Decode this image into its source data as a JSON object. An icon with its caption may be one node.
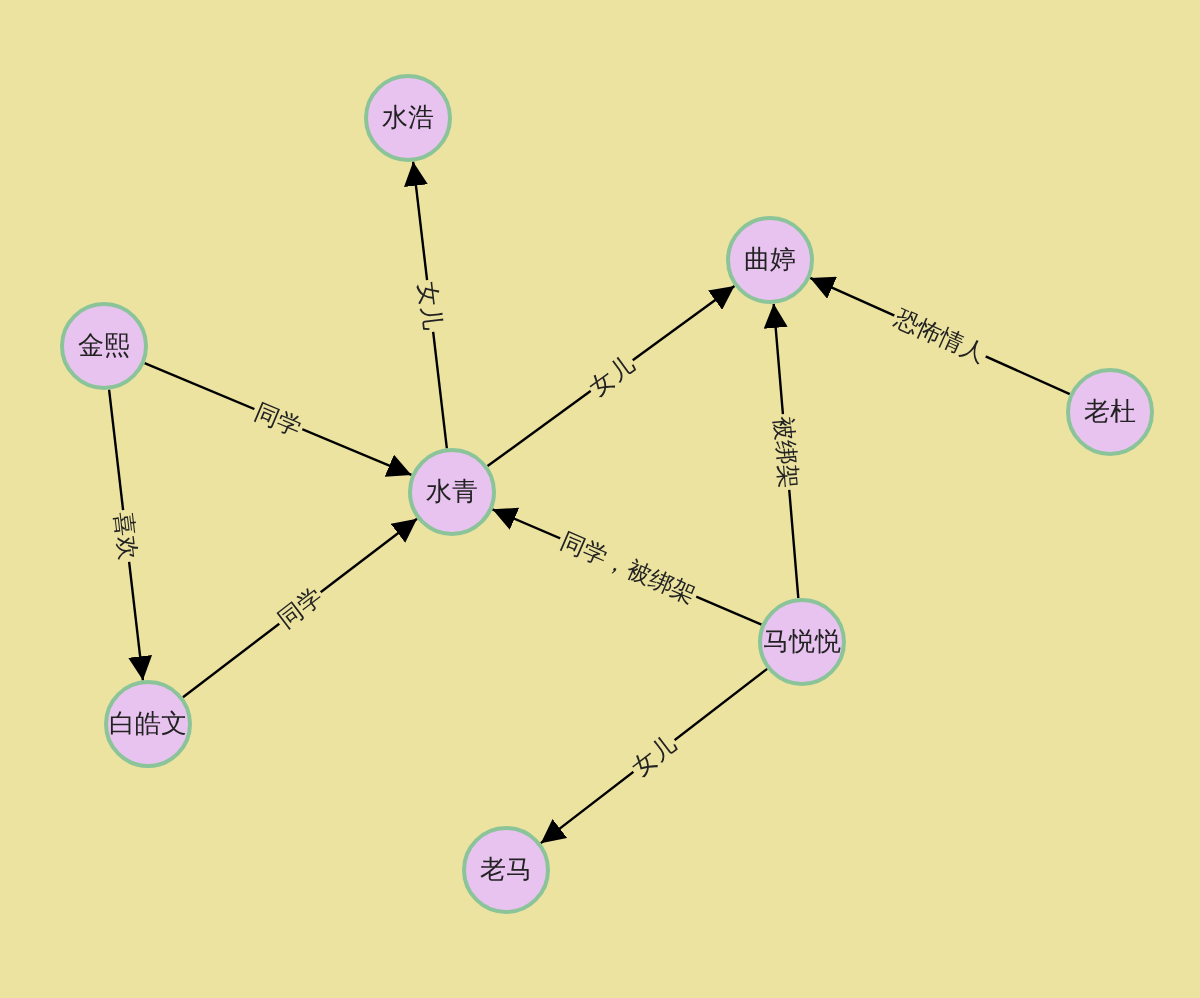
{
  "diagram": {
    "nodes": [
      {
        "text": [
          "水浩"
        ]
      },
      {
        "text": [
          "曲婷"
        ]
      },
      {
        "text": [
          "金熙"
        ]
      },
      {
        "text": [
          "老杜"
        ]
      },
      {
        "text": [
          "水青"
        ]
      },
      {
        "text": [
          "马悦悦"
        ]
      },
      {
        "text": [
          "白皓文"
        ]
      },
      {
        "text": [
          "老马"
        ]
      }
    ],
    "edges": [
      {
        "from": 4,
        "to": 0,
        "arrow": "to",
        "label": "女儿"
      },
      {
        "from": 4,
        "to": 1,
        "arrow": "to",
        "label": "女儿"
      },
      {
        "from": 3,
        "to": 1,
        "arrow": "to",
        "label": "恐怖情人"
      },
      {
        "from": 5,
        "to": 1,
        "arrow": "to",
        "label": "被绑架"
      },
      {
        "from": 2,
        "to": 4,
        "arrow": "to",
        "label": "同学"
      },
      {
        "from": 2,
        "to": 6,
        "arrow": "to",
        "label": "喜欢"
      },
      {
        "from": 6,
        "to": 4,
        "arrow": "to",
        "label": "同学"
      },
      {
        "from": 5,
        "to": 4,
        "arrow": "to",
        "label": "同学，被绑架"
      },
      {
        "from": 5,
        "to": 7,
        "arrow": "to",
        "label": "女儿"
      }
    ]
  }
}
